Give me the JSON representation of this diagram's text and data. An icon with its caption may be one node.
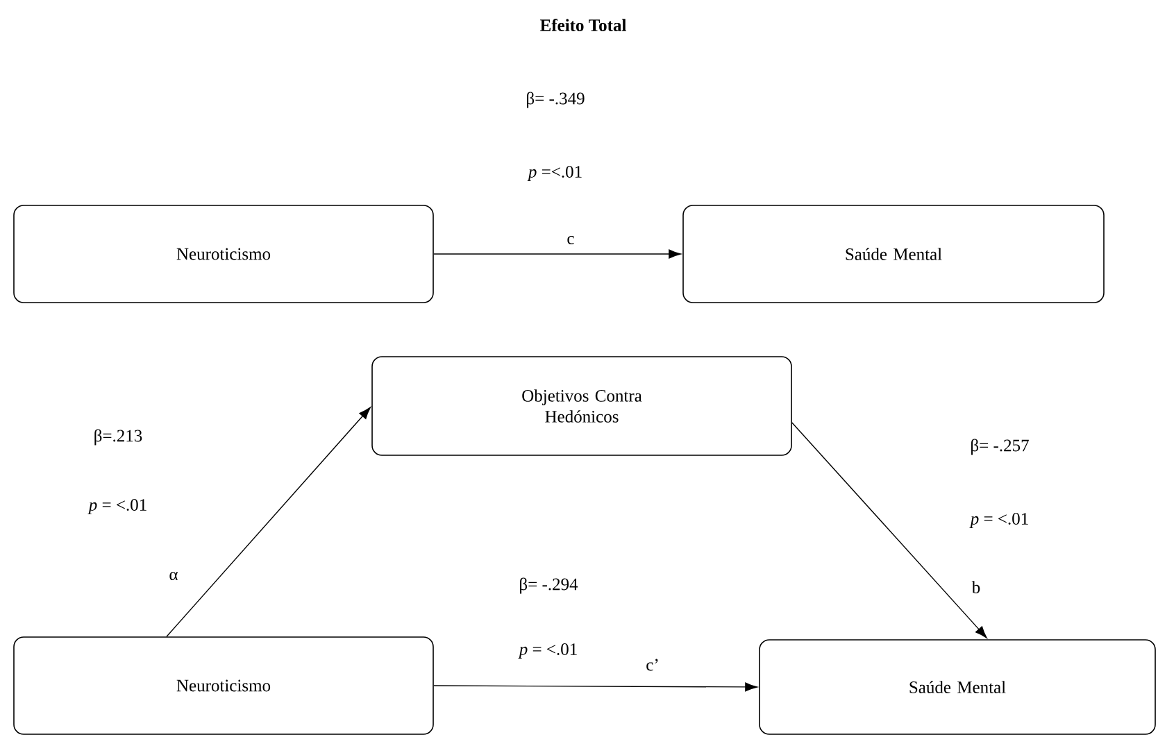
{
  "diagram": {
    "title": "Efeito Total",
    "nodes": [
      {
        "text": [
          "Neuroticismo"
        ]
      },
      {
        "text": [
          "Saúde Mental"
        ]
      },
      {
        "text": [
          "Objetivos Contra Hedónicos"
        ]
      },
      {
        "text": [
          "Neuroticismo"
        ]
      },
      {
        "text": [
          "Saúde Mental"
        ]
      }
    ],
    "edges": [
      {
        "from": 0,
        "to": 1,
        "arrow": "to",
        "label": "c"
      },
      {
        "from": 3,
        "to": 2,
        "arrow": "to",
        "label": "α"
      },
      {
        "from": 2,
        "to": 4,
        "arrow": "to",
        "label": "b"
      },
      {
        "from": 3,
        "to": 4,
        "arrow": "to",
        "label": "c’"
      }
    ],
    "labels": [
      "β= -.349",
      "*p* =<.01",
      "β=.213",
      "*p* = <.01",
      "β= -.257",
      "*p* = <.01",
      "β= -.294",
      "*p* = <.01"
    ]
  }
}
